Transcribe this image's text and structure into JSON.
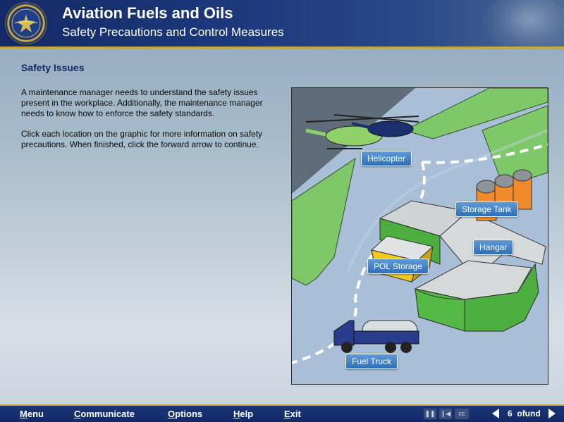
{
  "header": {
    "title": "Aviation Fuels and Oils",
    "subtitle": "Safety Precautions and Control Measures"
  },
  "content": {
    "section_title": "Safety Issues",
    "paragraph1": "A maintenance manager needs to understand the safety issues present in the workplace. Additionally, the maintenance manager needs to know how to enforce the safety standards.",
    "paragraph2": "Click each location on the graphic for more information on safety precautions. When finished, click the forward arrow to continue."
  },
  "graphic": {
    "labels": {
      "helicopter": "Helicopter",
      "storage_tank": "Storage Tank",
      "hangar": "Hangar",
      "pol_storage": "POL Storage",
      "fuel_truck": "Fuel Truck"
    }
  },
  "footer": {
    "menu": {
      "first": "M",
      "rest": "enu"
    },
    "communicate": {
      "first": "C",
      "rest": "ommunicate"
    },
    "options": {
      "first": "O",
      "rest": "ptions"
    },
    "help": {
      "first": "H",
      "rest": "elp"
    },
    "exit": {
      "first": "E",
      "rest": "xit"
    },
    "cc_label": "cc",
    "page_number": "6",
    "page_total": "ofund"
  },
  "colors": {
    "header_bg": "#1d3a7e",
    "accent_gold": "#c7a53a",
    "label_blue": "#2f6fb8",
    "title_navy": "#0f2a66"
  },
  "icons": [
    "seal-emblem",
    "pause-icon",
    "rewind-icon",
    "cc-icon",
    "back-arrow-icon",
    "forward-arrow-icon"
  ]
}
